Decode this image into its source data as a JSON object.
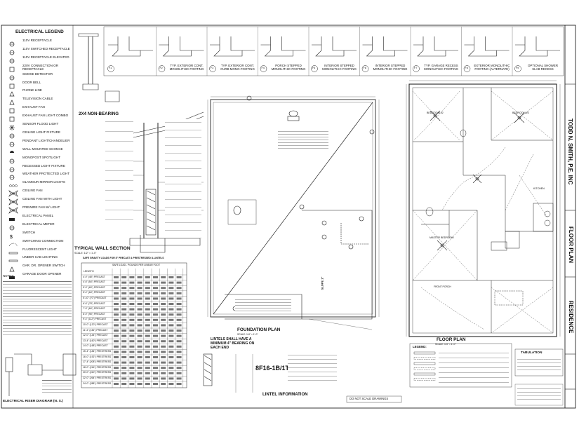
{
  "electrical_legend": {
    "title": "ELECTRICAL LEGEND",
    "items": [
      "110V RECEPTACLE",
      "110V SWITCHED RECEPTACLE",
      "110V RECEPTACLE ELEVATED",
      "220V CONNECTION OR RECEPTACLE",
      "SMOKE DETECTOR",
      "DOOR BELL",
      "PHONE LINE",
      "TELEVISION CABLE",
      "EXHAUST FAN",
      "EXHAUST FAN LIGHT COMBO",
      "SENSOR FLOOD LIGHT",
      "CEILING LIGHT FIXTURE",
      "PENDANT LIGHT/CHANDELIER",
      "WALL MOUNTED SCONCE",
      "MONOPOST SPOTLIGHT",
      "RECESSED LIGHT FIXTURE",
      "WEATHER PROTECTED LIGHT",
      "GLAMOUR MIRROR LIGHTS",
      "CEILING FAN",
      "CEILING FAN WITH LIGHT",
      "PREWIRE FAN W/ LIGHT",
      "ELECTRICAL PANEL",
      "ELECTRICAL METER",
      "SWITCH",
      "SWITCHING CONNECTION",
      "FLUORESCENT LIGHT",
      "UNDER CAB LIGHTING",
      "GAR. DR. OPENER SWITCH",
      "GARAGE DOOR OPENER"
    ],
    "notes_heading": "NOTES:"
  },
  "labels": {
    "nonbearing": "2X4 NON-BEARING",
    "typical_wall_section": "TYPICAL WALL SECTION",
    "scale_wall": "SCALE: 1/2\" = 1'-0\"",
    "lintel_table_title": "SAFE GRAVITY LOADS FOR 8\" PRECAST & PRESTRESSED U-LINTELS",
    "lintel_table_sub": "SAFE LOAD - POUNDS PER LINEAR FOOT",
    "lintel_table_col": "LENGTH",
    "foundation_plan": "FOUNDATION PLAN",
    "foundation_scale": "SCALE: 1/4\" = 1'-0\"",
    "floor_plan": "FLOOR PLAN",
    "floor_scale": "SCALE: 1/4\" = 1'-0\"",
    "lintels_note": "LINTELS SHALL HAVE A MINIMUM 4\" BEARING ON EACH END",
    "lintel_info": "LINTEL INFORMATION",
    "lintel_code": "8F16-1B/1T",
    "do_not_scale": "DO NOT SCALE DRAWINGS",
    "riser_diagram": "ELECTRICAL RISER DIAGRAM   (N. S.)",
    "legend": "LEGEND:",
    "tabulation": "TABULATION",
    "slope": "SLOPE 1\"",
    "porch": "FRONT PORCH",
    "master_bedroom": "MASTER BEDROOM",
    "kitchen": "KITCHEN",
    "bedroom2": "BEDROOM #2",
    "bedroom3": "BEDROOM #3"
  },
  "lintel_rows": [
    "4'-0\" (48\")  PRECAST",
    "4'-6\" (54\")  PRECAST",
    "5'-0\" (60\")  PRECAST",
    "5'-4\" (64\")  PRECAST",
    "5'-10\" (70\")  PRECAST",
    "6'-6\" (78\")  PRECAST",
    "7'-0\" (84\")  PRECAST",
    "8'-0\" (96\")  PRECAST",
    "9'-4\" (112\")  PRECAST",
    "10'-0\" (120\") PRECAST",
    "11'-4\" (136\") PRECAST",
    "12'-0\" (144\") PRECAST",
    "13'-4\" (160\") PRECAST",
    "14'-0\" (168\") PRECAST",
    "15'-4\" (184\") PRESTRESS",
    "16'-0\" (192\") PRESTRESS",
    "17'-4\" (208\") PRESTRESS",
    "18'-0\" (216\") PRESTRESS",
    "20'-0\" (240\") PRESTRESS",
    "22'-0\" (264\") PRESTRESS",
    "24'-0\" (288\") PRESTRESS"
  ],
  "details": [
    {
      "id": "F1",
      "caption": ""
    },
    {
      "id": "F2",
      "caption": "TYP. EXTERIOR CONT. MONOLITHIC FOOTING"
    },
    {
      "id": "F3",
      "caption": "TYP. EXTERIOR CONT. CURB MONO-FOOTING"
    },
    {
      "id": "F4",
      "caption": "PORCH STEPPED MONOLITHIC FOOTING"
    },
    {
      "id": "F5",
      "caption": "INTERIOR STEPPED MONOLITHIC FOOTING"
    },
    {
      "id": "F6",
      "caption": "INTERIOR STEPPED MONOLITHIC FOOTING"
    },
    {
      "id": "F7",
      "caption": "TYP. GARAGE RECESS MONOLITHIC FOOTING"
    },
    {
      "id": "F8",
      "caption": "EXTERIOR MONOLITHIC FOOTING (ALTERNATE)"
    },
    {
      "id": "F9",
      "caption": "OPTIONAL SHOWER SLAB RECESS"
    }
  ],
  "title_block": {
    "engineer": "TODD N. SMITH, P.E. INC",
    "sheet_title": "FLOOR PLAN",
    "project": "RESIDENCE"
  }
}
